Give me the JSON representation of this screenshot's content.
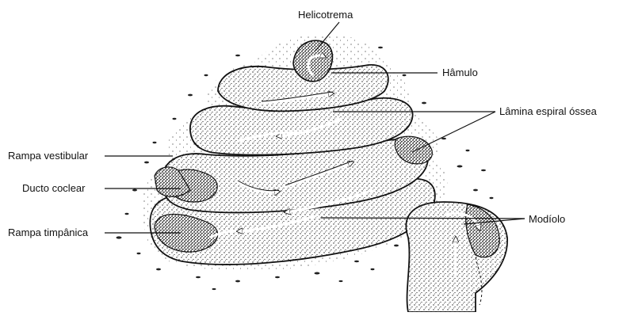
{
  "labels": {
    "helicotrema": "Helicotrema",
    "hamulo": "Hâmulo",
    "lamina": "Lâmina espiral óssea",
    "rampa_vestibular": "Rampa vestibular",
    "ducto_coclear": "Ducto coclear",
    "rampa_timpanica": "Rampa timpânica",
    "modiolo": "Modíolo"
  },
  "colors": {
    "ink": "#111111",
    "stipple": "#1a1a1a",
    "background": "#ffffff"
  }
}
